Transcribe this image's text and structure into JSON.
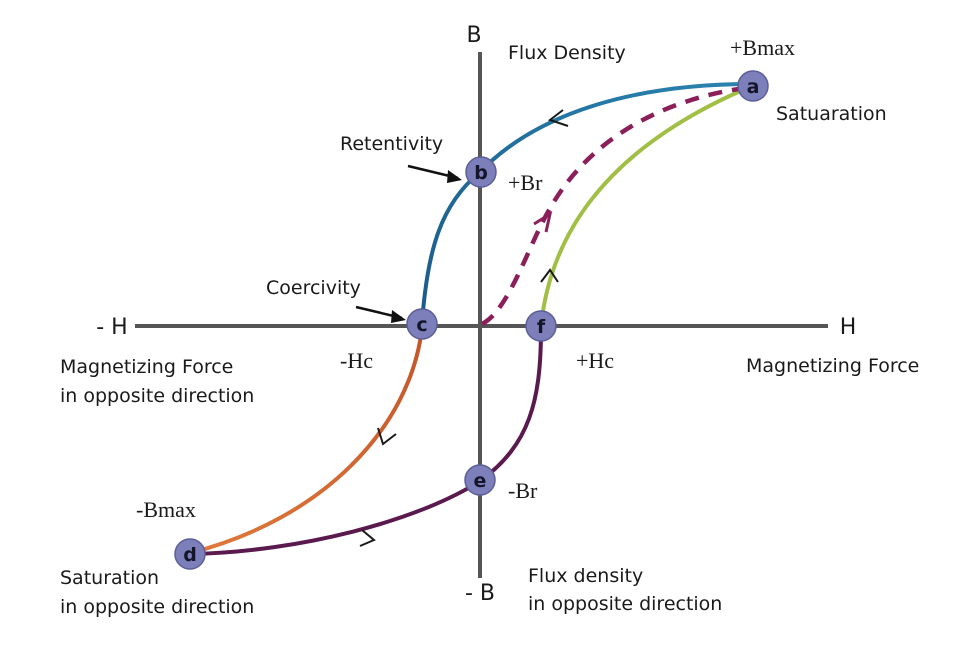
{
  "axes": {
    "b_top": "B",
    "b_top_caption": "Flux Density",
    "b_bottom": "- B",
    "b_bottom_caption": [
      "Flux density",
      "in opposite direction"
    ],
    "h_right": "H",
    "h_right_caption": "Magnetizing Force",
    "h_left": "- H",
    "h_left_caption": [
      "Magnetizing Force",
      "in opposite direction"
    ]
  },
  "points": {
    "a": "a",
    "b": "b",
    "c": "c",
    "d": "d",
    "e": "e",
    "f": "f"
  },
  "values": {
    "bmax_pos": "+Bmax",
    "bmax_neg": "-Bmax",
    "br_pos": "+Br",
    "br_neg": "-Br",
    "hc_pos": "+Hc",
    "hc_neg": "-Hc"
  },
  "annotations": {
    "saturation": "Satuaration",
    "saturation_opposite": [
      "Saturation",
      "in opposite direction"
    ],
    "retentivity": "Retentivity",
    "coercivity": "Coercivity"
  },
  "colors": {
    "axis": "#4a4a4a",
    "curve_ab": "#1f6f9a",
    "curve_fa": "#9cbb3e",
    "curve_cd": "#d0662c",
    "curve_df": "#5a1a4e",
    "initial_dashed": "#8b1f5a",
    "point_fill": "#7c7fb9"
  }
}
